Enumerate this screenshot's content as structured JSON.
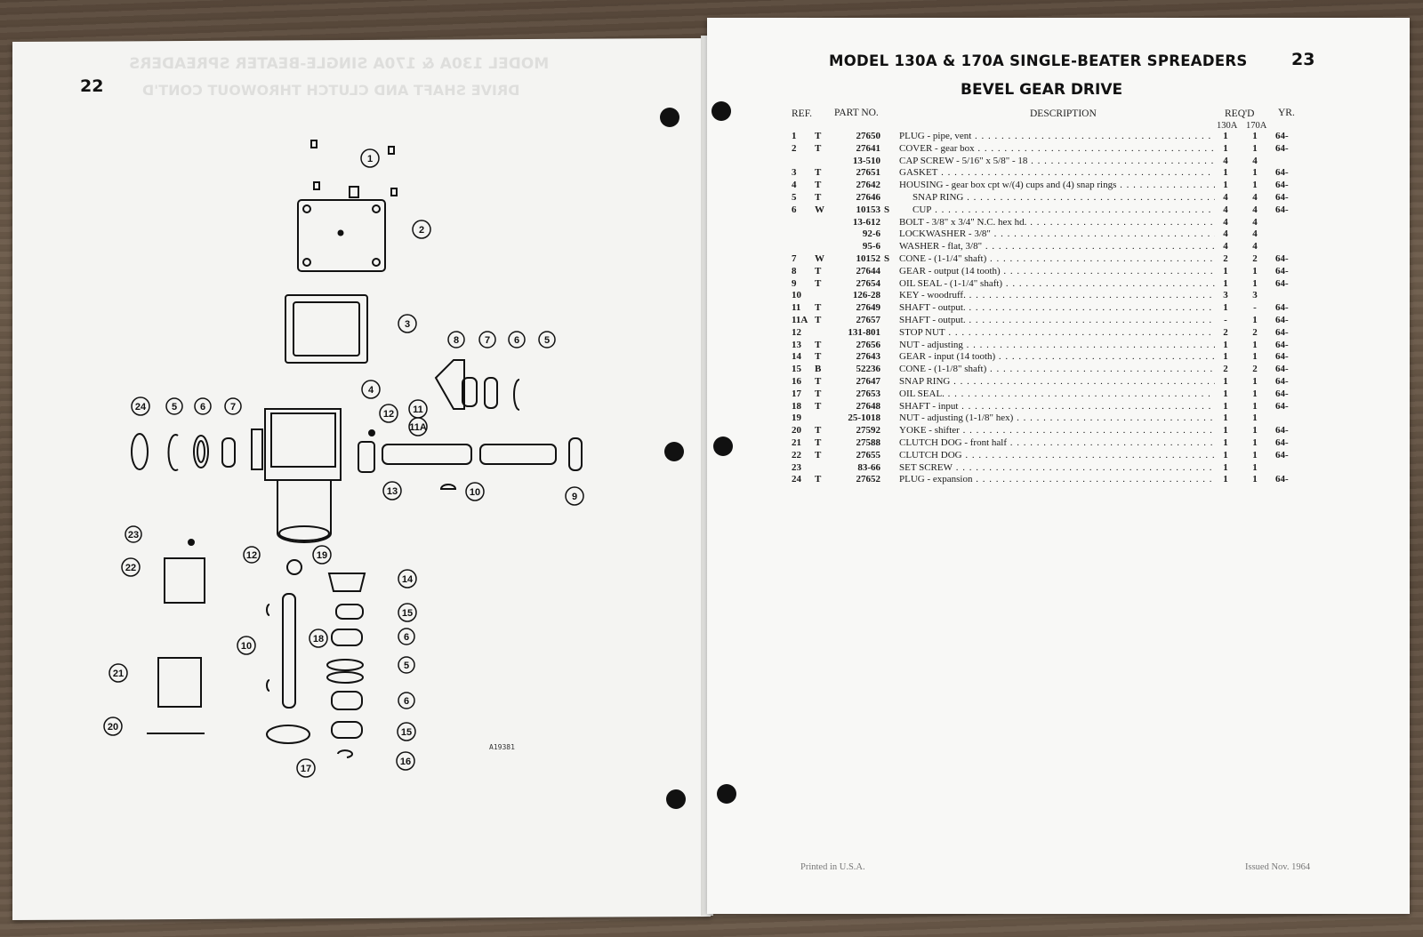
{
  "left_page": {
    "page_number": "22",
    "mirrored_ghost_title": "MODEL 130A & 170A SINGLE-BEATER SPREADERS",
    "mirrored_ghost_subtitle": "DRIVE SHAFT AND CLUTCH THROWOUT CONT'D",
    "figure_id": "A19381",
    "callouts": [
      "1",
      "2",
      "3",
      "4",
      "5",
      "6",
      "7",
      "8",
      "9",
      "10",
      "11",
      "11A",
      "12",
      "13",
      "14",
      "15",
      "16",
      "17",
      "18",
      "19",
      "20",
      "21",
      "22",
      "23",
      "24"
    ]
  },
  "right_page": {
    "running_title": "MODEL 130A & 170A SINGLE-BEATER SPREADERS",
    "page_number": "23",
    "section_title": "BEVEL GEAR DRIVE",
    "columns": {
      "ref": "REF.",
      "part_no": "PART NO.",
      "description": "DESCRIPTION",
      "reqd": "REQ'D",
      "yr": "YR.",
      "model_a": "130A",
      "model_b": "170A"
    },
    "parts": [
      {
        "ref": "1",
        "code": "T",
        "part": "27650",
        "s": "",
        "desc": "PLUG - pipe, vent",
        "indent": false,
        "q130": "1",
        "q170": "1",
        "yr": "64-"
      },
      {
        "ref": "2",
        "code": "T",
        "part": "27641",
        "s": "",
        "desc": "COVER - gear box",
        "indent": false,
        "q130": "1",
        "q170": "1",
        "yr": "64-"
      },
      {
        "ref": "",
        "code": "",
        "part": "13-510",
        "s": "",
        "desc": "CAP SCREW - 5/16\" x 5/8\" - 18",
        "indent": false,
        "q130": "4",
        "q170": "4",
        "yr": ""
      },
      {
        "ref": "3",
        "code": "T",
        "part": "27651",
        "s": "",
        "desc": "GASKET",
        "indent": false,
        "q130": "1",
        "q170": "1",
        "yr": "64-"
      },
      {
        "ref": "4",
        "code": "T",
        "part": "27642",
        "s": "",
        "desc": "HOUSING - gear box cpt w/(4) cups and (4) snap rings",
        "indent": false,
        "q130": "1",
        "q170": "1",
        "yr": "64-"
      },
      {
        "ref": "5",
        "code": "T",
        "part": "27646",
        "s": "",
        "desc": "SNAP RING",
        "indent": true,
        "q130": "4",
        "q170": "4",
        "yr": "64-"
      },
      {
        "ref": "6",
        "code": "W",
        "part": "10153",
        "s": "S",
        "desc": "CUP",
        "indent": true,
        "q130": "4",
        "q170": "4",
        "yr": "64-"
      },
      {
        "ref": "",
        "code": "",
        "part": "13-612",
        "s": "",
        "desc": "BOLT - 3/8\" x 3/4\" N.C. hex hd.",
        "indent": false,
        "q130": "4",
        "q170": "4",
        "yr": ""
      },
      {
        "ref": "",
        "code": "",
        "part": "92-6",
        "s": "",
        "desc": "LOCKWASHER - 3/8\"",
        "indent": false,
        "q130": "4",
        "q170": "4",
        "yr": ""
      },
      {
        "ref": "",
        "code": "",
        "part": "95-6",
        "s": "",
        "desc": "WASHER - flat, 3/8\"",
        "indent": false,
        "q130": "4",
        "q170": "4",
        "yr": ""
      },
      {
        "ref": "7",
        "code": "W",
        "part": "10152",
        "s": "S",
        "desc": "CONE - (1-1/4\" shaft)",
        "indent": false,
        "q130": "2",
        "q170": "2",
        "yr": "64-"
      },
      {
        "ref": "8",
        "code": "T",
        "part": "27644",
        "s": "",
        "desc": "GEAR - output (14 tooth)",
        "indent": false,
        "q130": "1",
        "q170": "1",
        "yr": "64-"
      },
      {
        "ref": "9",
        "code": "T",
        "part": "27654",
        "s": "",
        "desc": "OIL SEAL - (1-1/4\" shaft)",
        "indent": false,
        "q130": "1",
        "q170": "1",
        "yr": "64-"
      },
      {
        "ref": "10",
        "code": "",
        "part": "126-28",
        "s": "",
        "desc": "KEY - woodruff.",
        "indent": false,
        "q130": "3",
        "q170": "3",
        "yr": ""
      },
      {
        "ref": "11",
        "code": "T",
        "part": "27649",
        "s": "",
        "desc": "SHAFT - output.",
        "indent": false,
        "q130": "1",
        "q170": "-",
        "yr": "64-"
      },
      {
        "ref": "11A",
        "code": "T",
        "part": "27657",
        "s": "",
        "desc": "SHAFT - output.",
        "indent": false,
        "q130": "-",
        "q170": "1",
        "yr": "64-"
      },
      {
        "ref": "12",
        "code": "",
        "part": "131-801",
        "s": "",
        "desc": "STOP NUT",
        "indent": false,
        "q130": "2",
        "q170": "2",
        "yr": "64-"
      },
      {
        "ref": "13",
        "code": "T",
        "part": "27656",
        "s": "",
        "desc": "NUT - adjusting",
        "indent": false,
        "q130": "1",
        "q170": "1",
        "yr": "64-"
      },
      {
        "ref": "14",
        "code": "T",
        "part": "27643",
        "s": "",
        "desc": "GEAR - input (14 tooth)",
        "indent": false,
        "q130": "1",
        "q170": "1",
        "yr": "64-"
      },
      {
        "ref": "15",
        "code": "B",
        "part": "52236",
        "s": "",
        "desc": "CONE - (1-1/8\" shaft)",
        "indent": false,
        "q130": "2",
        "q170": "2",
        "yr": "64-"
      },
      {
        "ref": "16",
        "code": "T",
        "part": "27647",
        "s": "",
        "desc": "SNAP RING",
        "indent": false,
        "q130": "1",
        "q170": "1",
        "yr": "64-"
      },
      {
        "ref": "17",
        "code": "T",
        "part": "27653",
        "s": "",
        "desc": "OIL SEAL.",
        "indent": false,
        "q130": "1",
        "q170": "1",
        "yr": "64-"
      },
      {
        "ref": "18",
        "code": "T",
        "part": "27648",
        "s": "",
        "desc": "SHAFT - input",
        "indent": false,
        "q130": "1",
        "q170": "1",
        "yr": "64-"
      },
      {
        "ref": "19",
        "code": "",
        "part": "25-1018",
        "s": "",
        "desc": "NUT - adjusting (1-1/8\" hex)",
        "indent": false,
        "q130": "1",
        "q170": "1",
        "yr": ""
      },
      {
        "ref": "20",
        "code": "T",
        "part": "27592",
        "s": "",
        "desc": "YOKE - shifter",
        "indent": false,
        "q130": "1",
        "q170": "1",
        "yr": "64-"
      },
      {
        "ref": "21",
        "code": "T",
        "part": "27588",
        "s": "",
        "desc": "CLUTCH DOG - front half",
        "indent": false,
        "q130": "1",
        "q170": "1",
        "yr": "64-"
      },
      {
        "ref": "22",
        "code": "T",
        "part": "27655",
        "s": "",
        "desc": "CLUTCH DOG",
        "indent": false,
        "q130": "1",
        "q170": "1",
        "yr": "64-"
      },
      {
        "ref": "23",
        "code": "",
        "part": "83-66",
        "s": "",
        "desc": "SET SCREW",
        "indent": false,
        "q130": "1",
        "q170": "1",
        "yr": ""
      },
      {
        "ref": "24",
        "code": "T",
        "part": "27652",
        "s": "",
        "desc": "PLUG - expansion",
        "indent": false,
        "q130": "1",
        "q170": "1",
        "yr": "64-"
      }
    ],
    "footer_left": "Printed in U.S.A.",
    "footer_right": "Issued Nov. 1964"
  }
}
